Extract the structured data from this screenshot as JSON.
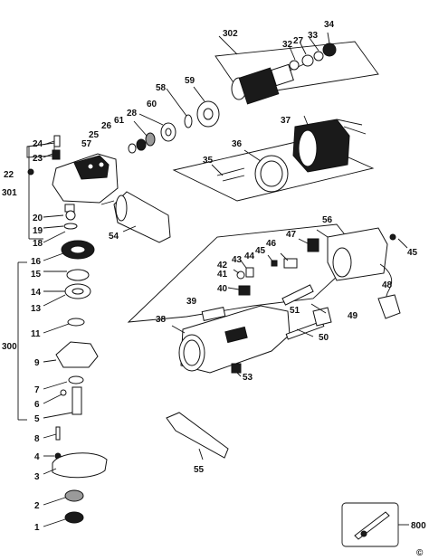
{
  "callouts": {
    "c302": "302",
    "c34": "34",
    "c27": "27",
    "c33": "33",
    "c32": "32",
    "c58": "58",
    "c59": "59",
    "c28": "28",
    "c60": "60",
    "c61": "61",
    "c26": "26",
    "c25": "25",
    "c57": "57",
    "c24": "24",
    "c23": "23",
    "c22": "22",
    "c301": "301",
    "c20": "20",
    "c19": "19",
    "c18": "18",
    "c37": "37",
    "c36": "36",
    "c35": "35",
    "c54": "54",
    "c56": "56",
    "c45a": "45",
    "c45b": "45",
    "c47": "47",
    "c46": "46",
    "c44": "44",
    "c43": "43",
    "c42": "42",
    "c41": "41",
    "c40": "40",
    "c39": "39",
    "c38": "38",
    "c49": "49",
    "c48": "48",
    "c51": "51",
    "c50": "50",
    "c53": "53",
    "c55": "55",
    "c16": "16",
    "c15": "15",
    "c14": "14",
    "c13": "13",
    "c11": "11",
    "c300": "300",
    "c9": "9",
    "c7": "7",
    "c6": "6",
    "c5": "5",
    "c8": "8",
    "c4": "4",
    "c3": "3",
    "c2": "2",
    "c1": "1",
    "c800": "800"
  },
  "copyright_symbol": "©"
}
